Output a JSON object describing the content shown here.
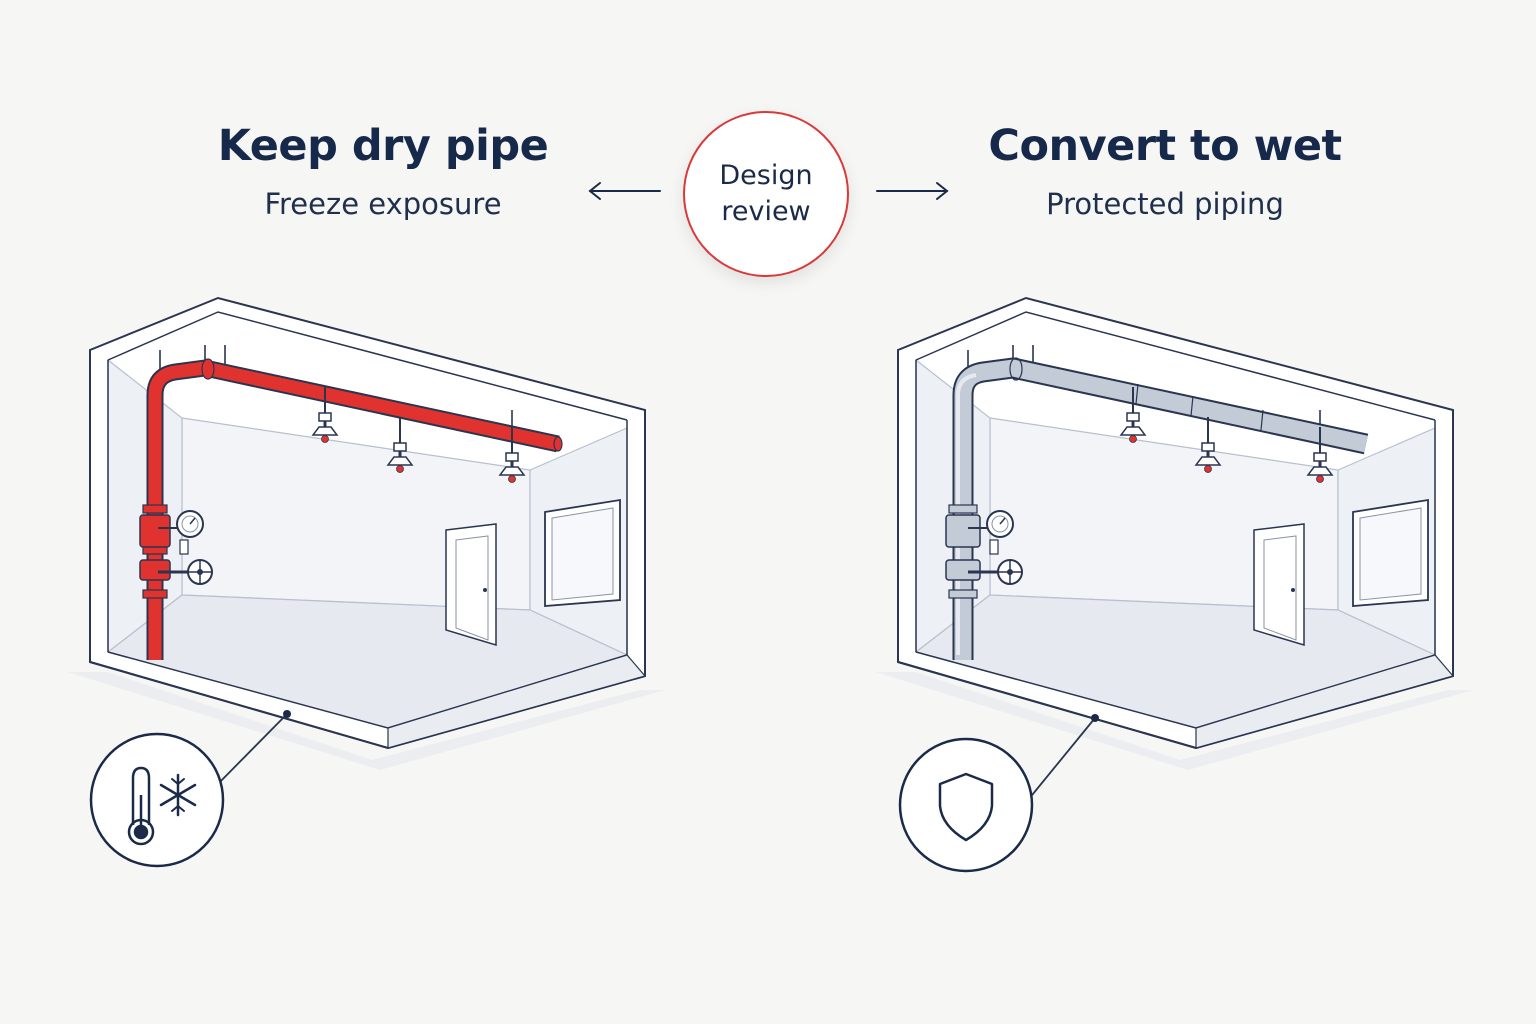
{
  "left_option": {
    "title": "Keep dry pipe",
    "subtitle": "Freeze exposure"
  },
  "center": {
    "line1": "Design",
    "line2": "review"
  },
  "right_option": {
    "title": "Convert to wet",
    "subtitle": "Protected piping"
  },
  "colors": {
    "dry_pipe": "#e0322f",
    "wet_pipe": "#c3cbd6",
    "accent_circle": "#d8393b",
    "ink": "#16294a",
    "outline": "#2a3550"
  },
  "icons": {
    "left_badge": "thermometer-snowflake-icon",
    "right_badge": "shield-icon"
  }
}
